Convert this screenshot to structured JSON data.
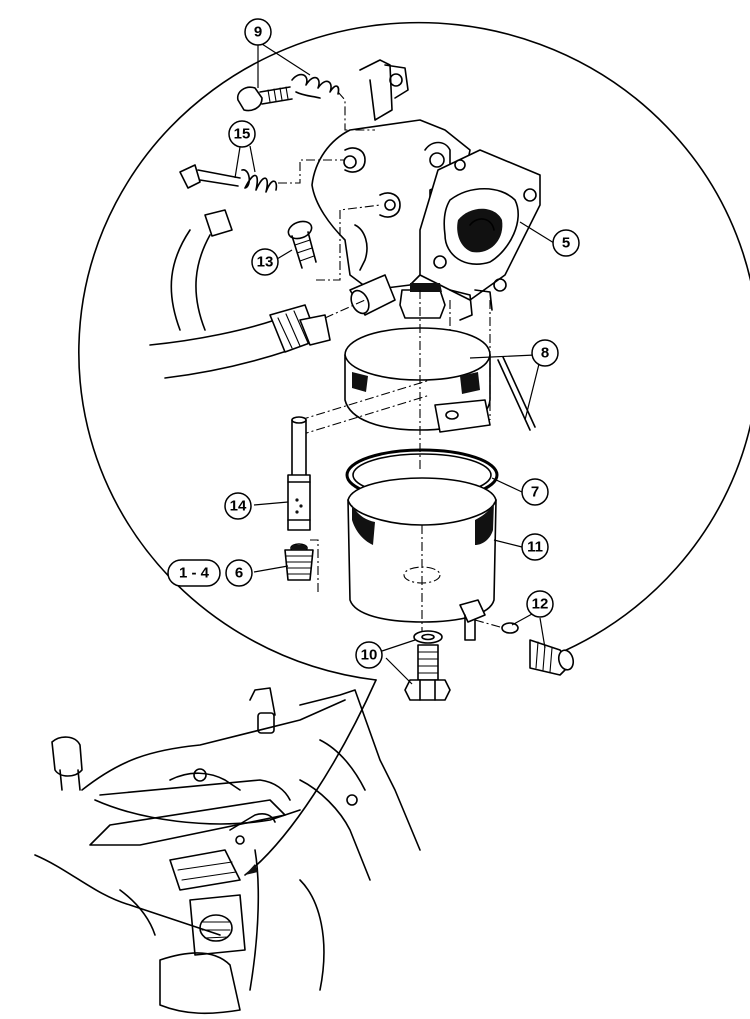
{
  "diagram": {
    "callouts": [
      {
        "id": "9",
        "label": "9"
      },
      {
        "id": "15",
        "label": "15"
      },
      {
        "id": "13",
        "label": "13"
      },
      {
        "id": "5",
        "label": "5"
      },
      {
        "id": "8",
        "label": "8"
      },
      {
        "id": "7",
        "label": "7"
      },
      {
        "id": "14",
        "label": "14"
      },
      {
        "id": "11",
        "label": "11"
      },
      {
        "id": "1-4",
        "label": "1 - 4"
      },
      {
        "id": "6",
        "label": "6"
      },
      {
        "id": "12",
        "label": "12"
      },
      {
        "id": "10",
        "label": "10"
      }
    ]
  }
}
